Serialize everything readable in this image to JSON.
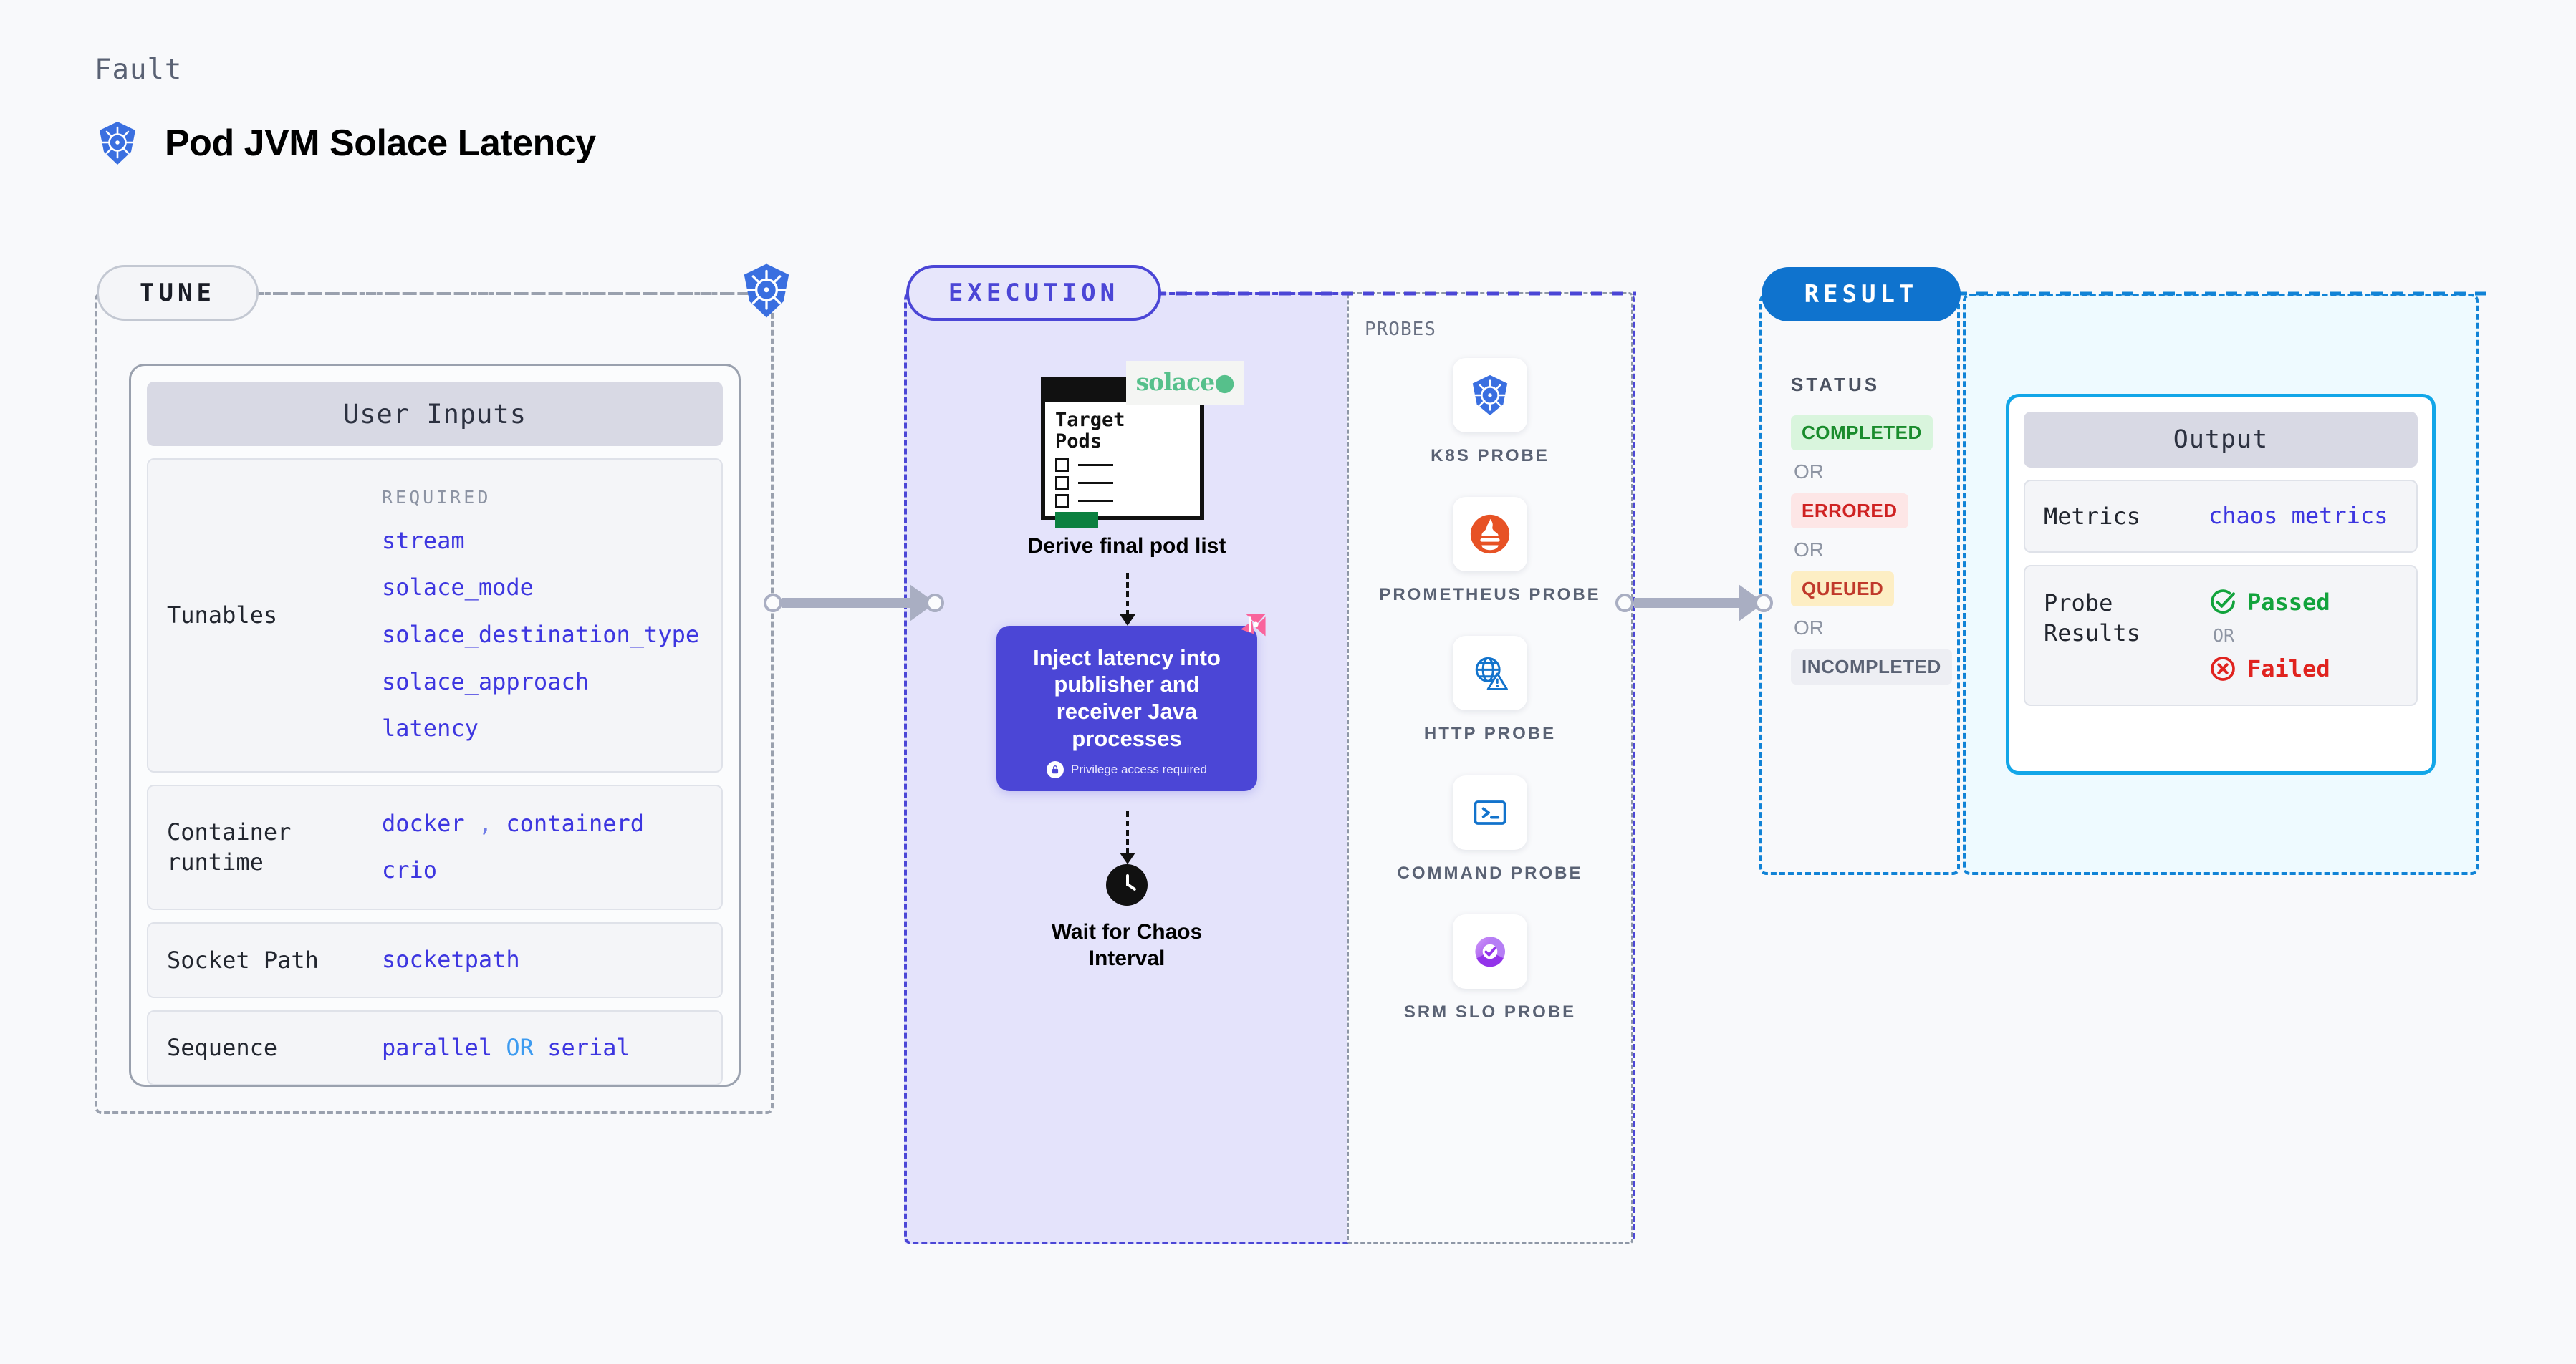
{
  "header": {
    "kicker": "Fault",
    "title": "Pod JVM Solace Latency",
    "icon": "kubernetes-icon"
  },
  "stages": {
    "tune": {
      "pill": "TUNE",
      "icon": "kubernetes-icon"
    },
    "execution": {
      "pill": "EXECUTION"
    },
    "result": {
      "pill": "RESULT"
    }
  },
  "tune": {
    "card_title": "User Inputs",
    "rows": [
      {
        "key": "Tunables",
        "required_label": "REQUIRED",
        "values": [
          "stream",
          "solace_mode",
          "solace_destination_type",
          "solace_approach",
          "latency"
        ]
      },
      {
        "key": "Container runtime",
        "values": [
          "docker",
          "containerd",
          "crio"
        ],
        "separator": ","
      },
      {
        "key": "Socket Path",
        "values": [
          "socketpath"
        ]
      },
      {
        "key": "Sequence",
        "values": [
          "parallel",
          "serial"
        ],
        "conjunction": "OR"
      }
    ]
  },
  "execution": {
    "steps": [
      {
        "id": "derive-pods",
        "doc_title_line1": "Target",
        "doc_title_line2": "Pods",
        "brand_chip": "solace",
        "caption": "Derive final pod list"
      },
      {
        "id": "inject-latency",
        "text": "Inject latency into publisher and receiver Java processes",
        "privilege_note": "Privilege access required",
        "privilege_icon": "lock-icon",
        "corner_icon": "litmus-logo-icon"
      },
      {
        "id": "wait-interval",
        "icon": "clock-icon",
        "caption_line1": "Wait for Chaos",
        "caption_line2": "Interval"
      }
    ]
  },
  "probes": {
    "label": "PROBES",
    "items": [
      {
        "icon": "kubernetes-icon",
        "label": "K8S PROBE"
      },
      {
        "icon": "prometheus-icon",
        "label": "PROMETHEUS PROBE"
      },
      {
        "icon": "globe-warning-icon",
        "label": "HTTP PROBE"
      },
      {
        "icon": "terminal-icon",
        "label": "COMMAND PROBE"
      },
      {
        "icon": "srm-slo-icon",
        "label": "SRM SLO PROBE"
      }
    ]
  },
  "result": {
    "status_label": "STATUS",
    "or_label": "OR",
    "statuses": [
      {
        "label": "COMPLETED",
        "bg": "#d9f5dd",
        "fg": "#1a8c2d"
      },
      {
        "label": "ERRORED",
        "bg": "#fde6e6",
        "fg": "#cf2222"
      },
      {
        "label": "QUEUED",
        "bg": "#fdeec4",
        "fg": "#c0392b"
      },
      {
        "label": "INCOMPLETED",
        "bg": "#edeef3",
        "fg": "#5a6274"
      }
    ]
  },
  "output": {
    "card_title": "Output",
    "rows": [
      {
        "key": "Metrics",
        "value": "chaos metrics"
      }
    ],
    "probe_results": {
      "key": "Probe Results",
      "passed": "Passed",
      "failed": "Failed",
      "or_label": "OR",
      "pass_icon": "check-circle-icon",
      "fail_icon": "x-circle-icon"
    }
  },
  "colors": {
    "indigo": "#4b46d6",
    "blue": "#1183d6",
    "grey_dash": "#9aa1ae",
    "mono_value": "#3d36e0",
    "pass_green": "#12a33c",
    "fail_red": "#e0231f",
    "solace_green": "#56c08b"
  }
}
